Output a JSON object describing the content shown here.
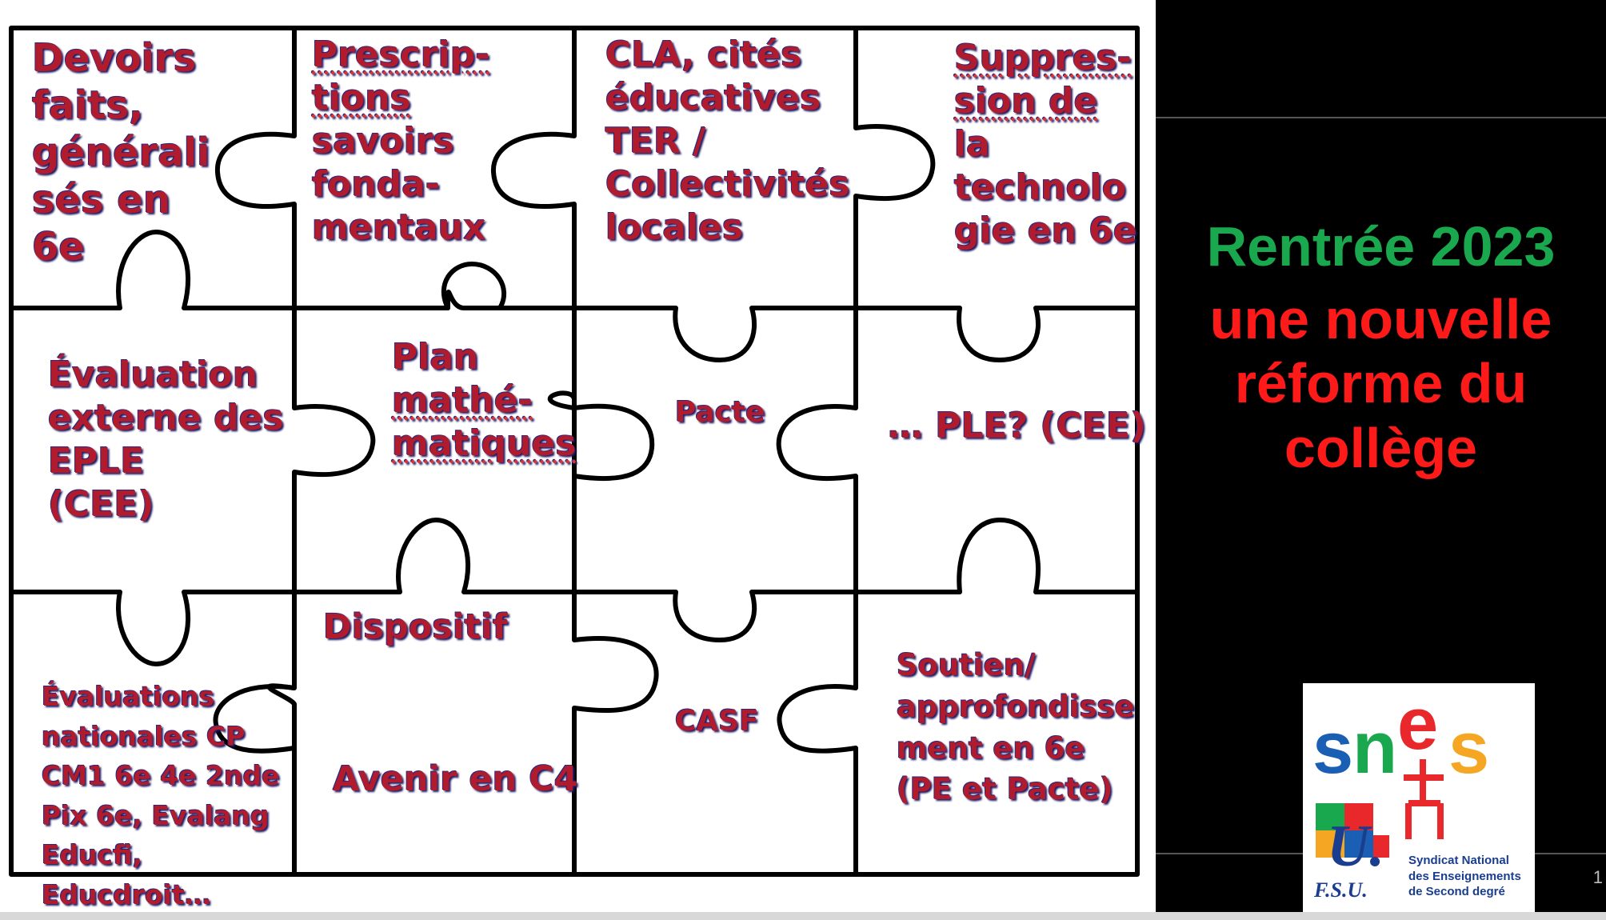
{
  "puzzle": {
    "pieces": [
      {
        "id": "devoirs-faits",
        "lines": [
          "Devoirs",
          "faits,",
          "générali",
          "sés en",
          "6e"
        ]
      },
      {
        "id": "prescriptions",
        "lines": [
          "Prescrip-",
          "tions",
          "savoirs",
          "fonda-",
          "mentaux"
        ]
      },
      {
        "id": "cla",
        "lines": [
          "CLA, cités",
          "éducatives",
          "TER /",
          "Collectivités",
          "locales"
        ]
      },
      {
        "id": "suppression",
        "lines": [
          "Suppres-",
          "sion de",
          "la",
          "technolo",
          "gie en 6e"
        ]
      },
      {
        "id": "evaluation-externe",
        "lines": [
          "Évaluation",
          "externe des",
          "EPLE",
          "(CEE)"
        ]
      },
      {
        "id": "plan-maths",
        "lines": [
          "Plan",
          "mathé-",
          "matiques"
        ]
      },
      {
        "id": "pacte",
        "lines": [
          "Pacte"
        ]
      },
      {
        "id": "ple",
        "lines": [
          "… PLE? (CEE)"
        ]
      },
      {
        "id": "evaluations-nationales",
        "lines": [
          "Évaluations",
          "nationales CP",
          "CM1 6e 4e 2nde",
          "Pix 6e, Evalang",
          "Educfi,",
          "Educdroit…"
        ]
      },
      {
        "id": "dispositif",
        "lines": [
          "Dispositif"
        ]
      },
      {
        "id": "avenir",
        "lines": [
          "Avenir en C4"
        ]
      },
      {
        "id": "casf",
        "lines": [
          "CASF"
        ]
      },
      {
        "id": "soutien",
        "lines": [
          "Soutien/",
          "approfondisse",
          "ment en 6e",
          "(PE et Pacte)"
        ]
      }
    ]
  },
  "panel": {
    "title_line1": "Rentrée 2023",
    "title_line2": "une nouvelle",
    "title_line3": "réforme du",
    "title_line4": "collège",
    "slide_number": "1",
    "colors": {
      "green": "#1aa84e",
      "red": "#ff1a1a",
      "background": "#000000"
    }
  },
  "logo": {
    "name": "snes",
    "fsu": "F.S.U.",
    "line1": "Syndicat National",
    "line2": "des Enseignements",
    "line3": "de Second degré"
  }
}
